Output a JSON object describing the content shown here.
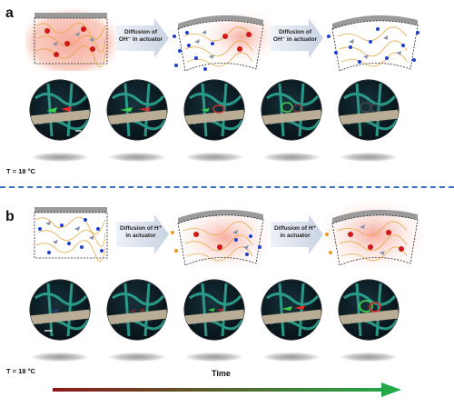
{
  "panel_a": {
    "label": "a",
    "arrow1_text": "Diffusion of OH⁻ in actuator",
    "arrow2_text": "Diffusion of OH⁻ in actuator",
    "temperature": "T = 18 °C"
  },
  "panel_b": {
    "label": "b",
    "arrow1_text": "Diffusion of H⁺ in actuator",
    "arrow2_text": "Diffusion of H⁺ in actuator",
    "temperature": "T = 18 °C"
  },
  "time_axis": {
    "label": "Time",
    "gradient_start": "#8b1a1a",
    "gradient_end": "#1fae4a"
  },
  "colors": {
    "network": "#e8a030",
    "ion_blue": "#1f3fd0",
    "red_particle": "#d01818",
    "glow": "#f08070",
    "gray_bar": "#9a9a9a",
    "divider": "#3a6fc0"
  }
}
